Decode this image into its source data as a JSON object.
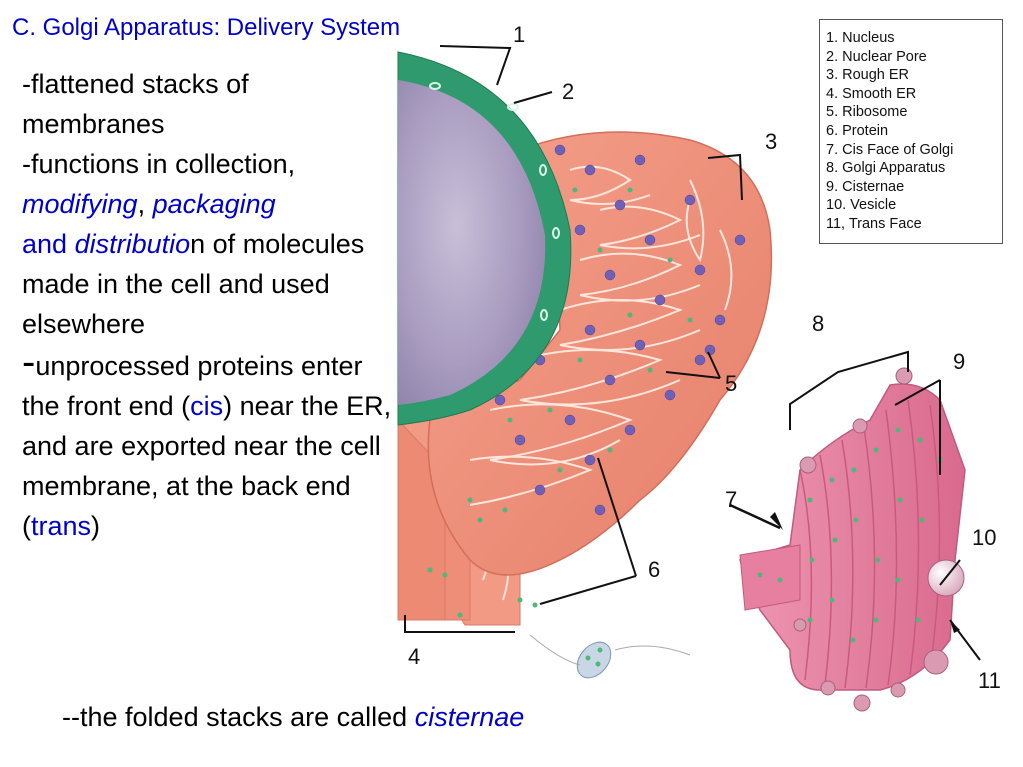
{
  "slide": {
    "title": "C. Golgi Apparatus: Delivery System",
    "bullet1": {
      "line1": "-flattened stacks of membranes",
      "line2_start": "-functions in collection,",
      "modifying": "modifying",
      "comma": ",",
      "packaging": "packaging",
      "and": "and",
      "distributio": "distributio",
      "n_of": "n of",
      "rest": "molecules made in the cell and used elsewhere"
    },
    "bullet2": {
      "dash": "-",
      "text1": "unprocessed proteins enter the front end (",
      "cis": "cis",
      "text2": ") near the ER, and are exported near the cell membrane, at the back end (",
      "trans": "trans",
      "text3": ")"
    },
    "footer": {
      "text": "--the folded stacks are called",
      "term": "cisternae"
    }
  },
  "legend": {
    "items": [
      "1. Nucleus",
      "2. Nuclear Pore",
      "3. Rough ER",
      "4.  Smooth ER",
      "5.  Ribosome",
      "6.  Protein",
      "7.  Cis Face of Golgi",
      "8.  Golgi Apparatus",
      "9.  Cisternae",
      "10.  Vesicle",
      "11,  Trans Face"
    ]
  },
  "figure_labels": {
    "l1": "1",
    "l2": "2",
    "l3": "3",
    "l4": "4",
    "l5": "5",
    "l6": "6",
    "l7": "7",
    "l8": "8",
    "l9": "9",
    "l10": "10",
    "l11": "11"
  },
  "colors": {
    "title_blue": "#0000cc",
    "nucleus": "#a99cc0",
    "nuclear_envelope": "#2e9a6e",
    "rough_er": "#f0907a",
    "golgi": "#e07a9a",
    "ribosome": "#7060b8",
    "protein": "#4cb87a"
  }
}
